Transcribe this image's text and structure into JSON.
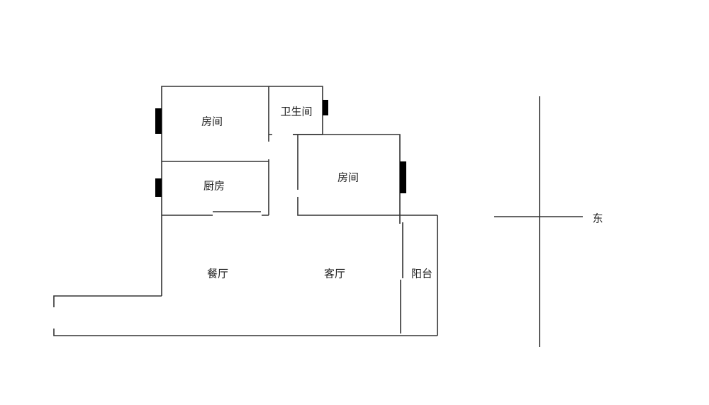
{
  "rooms": {
    "bedroom_1": "房间",
    "bathroom": "卫生间",
    "bedroom_2": "房间",
    "kitchen": "厨房",
    "dining_room": "餐厅",
    "living_room": "客厅",
    "balcony": "阳台"
  },
  "compass": {
    "east": "东"
  },
  "colors": {
    "wall": "#333333",
    "window": "#000000"
  }
}
